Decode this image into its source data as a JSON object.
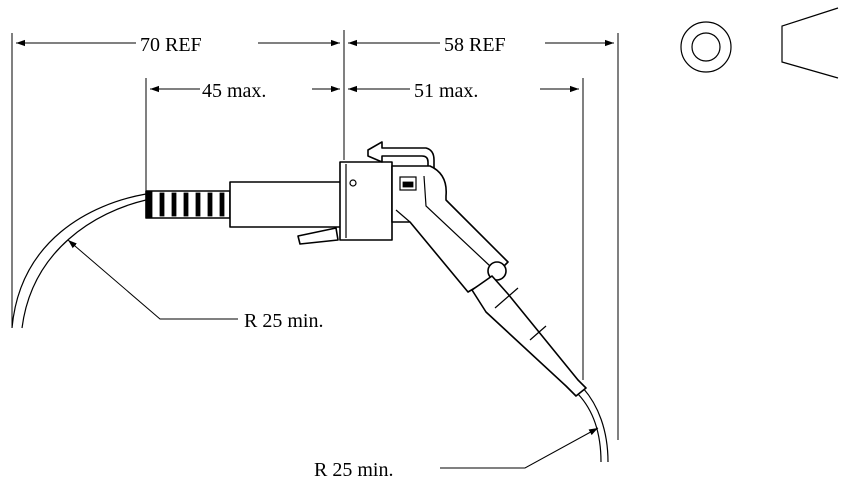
{
  "dimensions": {
    "overall_left": "70 REF",
    "overall_right": "58 REF",
    "boot_length": "45 max.",
    "connector_length": "51 max."
  },
  "bend_radius": {
    "left": "R 25 min.",
    "right": "R 25 min."
  }
}
